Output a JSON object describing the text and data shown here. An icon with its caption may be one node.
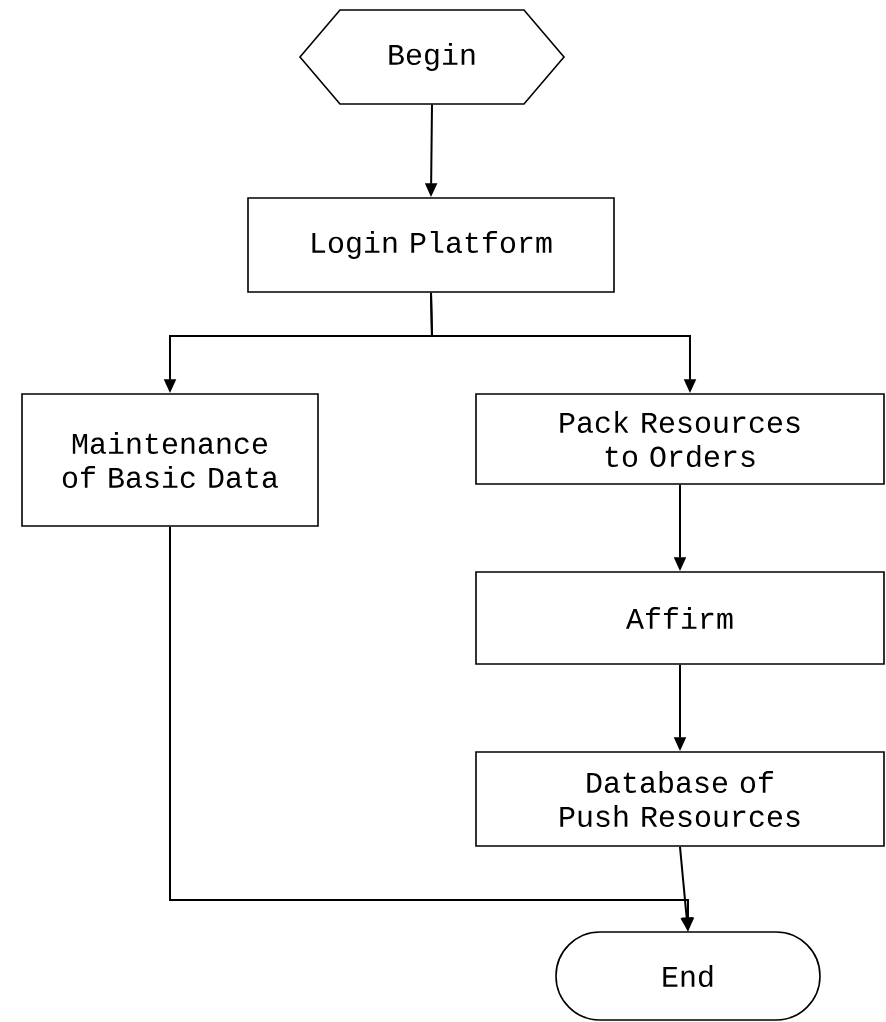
{
  "diagram": {
    "nodes": [
      {
        "text": [
          "Begin"
        ]
      },
      {
        "text": [
          "Login Platform"
        ]
      },
      {
        "text": [
          "Maintenance of Basic Data"
        ]
      },
      {
        "text": [
          "Pack Resources to Orders"
        ]
      },
      {
        "text": [
          "Affirm"
        ]
      },
      {
        "text": [
          "Database of Push Resources"
        ]
      },
      {
        "text": [
          "End"
        ]
      }
    ],
    "edges": [
      {
        "from": 0,
        "to": 1,
        "arrow": "to"
      },
      {
        "from": 1,
        "to": 2,
        "arrow": "to"
      },
      {
        "from": 1,
        "to": 3,
        "arrow": "to"
      },
      {
        "from": 3,
        "to": 4,
        "arrow": "to"
      },
      {
        "from": 4,
        "to": 5,
        "arrow": "to"
      },
      {
        "from": 5,
        "to": 6,
        "arrow": "to"
      },
      {
        "from": 2,
        "to": 6,
        "arrow": "to"
      }
    ]
  }
}
